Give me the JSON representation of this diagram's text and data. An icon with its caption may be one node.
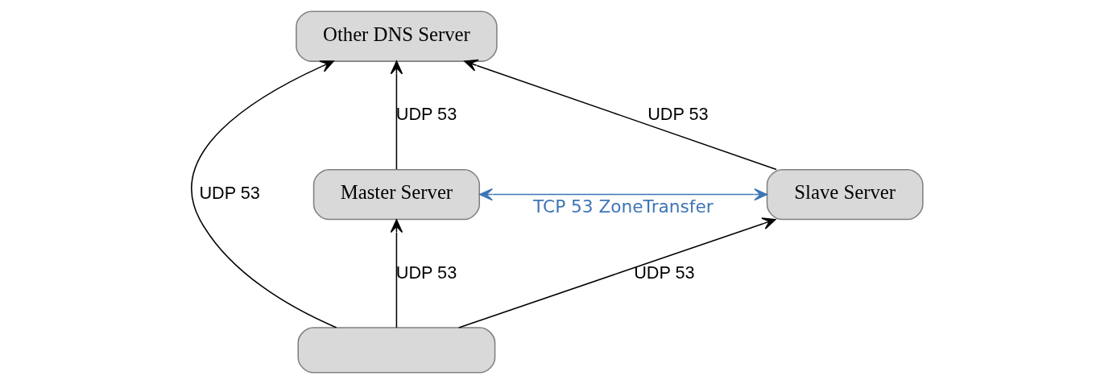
{
  "diagram": {
    "nodes": [
      {
        "text": [
          "Other DNS Server"
        ]
      },
      {
        "text": [
          "Master Server"
        ]
      },
      {
        "text": [
          "Slave Server"
        ]
      },
      {
        "text": [],
        "shape": "box"
      }
    ],
    "edges": [
      {
        "from": 1,
        "to": 0,
        "arrow": "to",
        "label": "UDP 53"
      },
      {
        "from": 3,
        "to": 0,
        "arrow": "to",
        "label": "UDP 53"
      },
      {
        "from": 2,
        "to": 0,
        "arrow": "to",
        "label": "UDP 53"
      },
      {
        "from": 1,
        "to": 2,
        "arrow": "both",
        "label": "TCP 53 ZoneTransfer",
        "color": "#3f75b5"
      },
      {
        "from": 3,
        "to": 1,
        "arrow": "to",
        "label": "UDP 53"
      },
      {
        "from": 3,
        "to": 2,
        "arrow": "to",
        "label": "UDP 53"
      }
    ]
  }
}
